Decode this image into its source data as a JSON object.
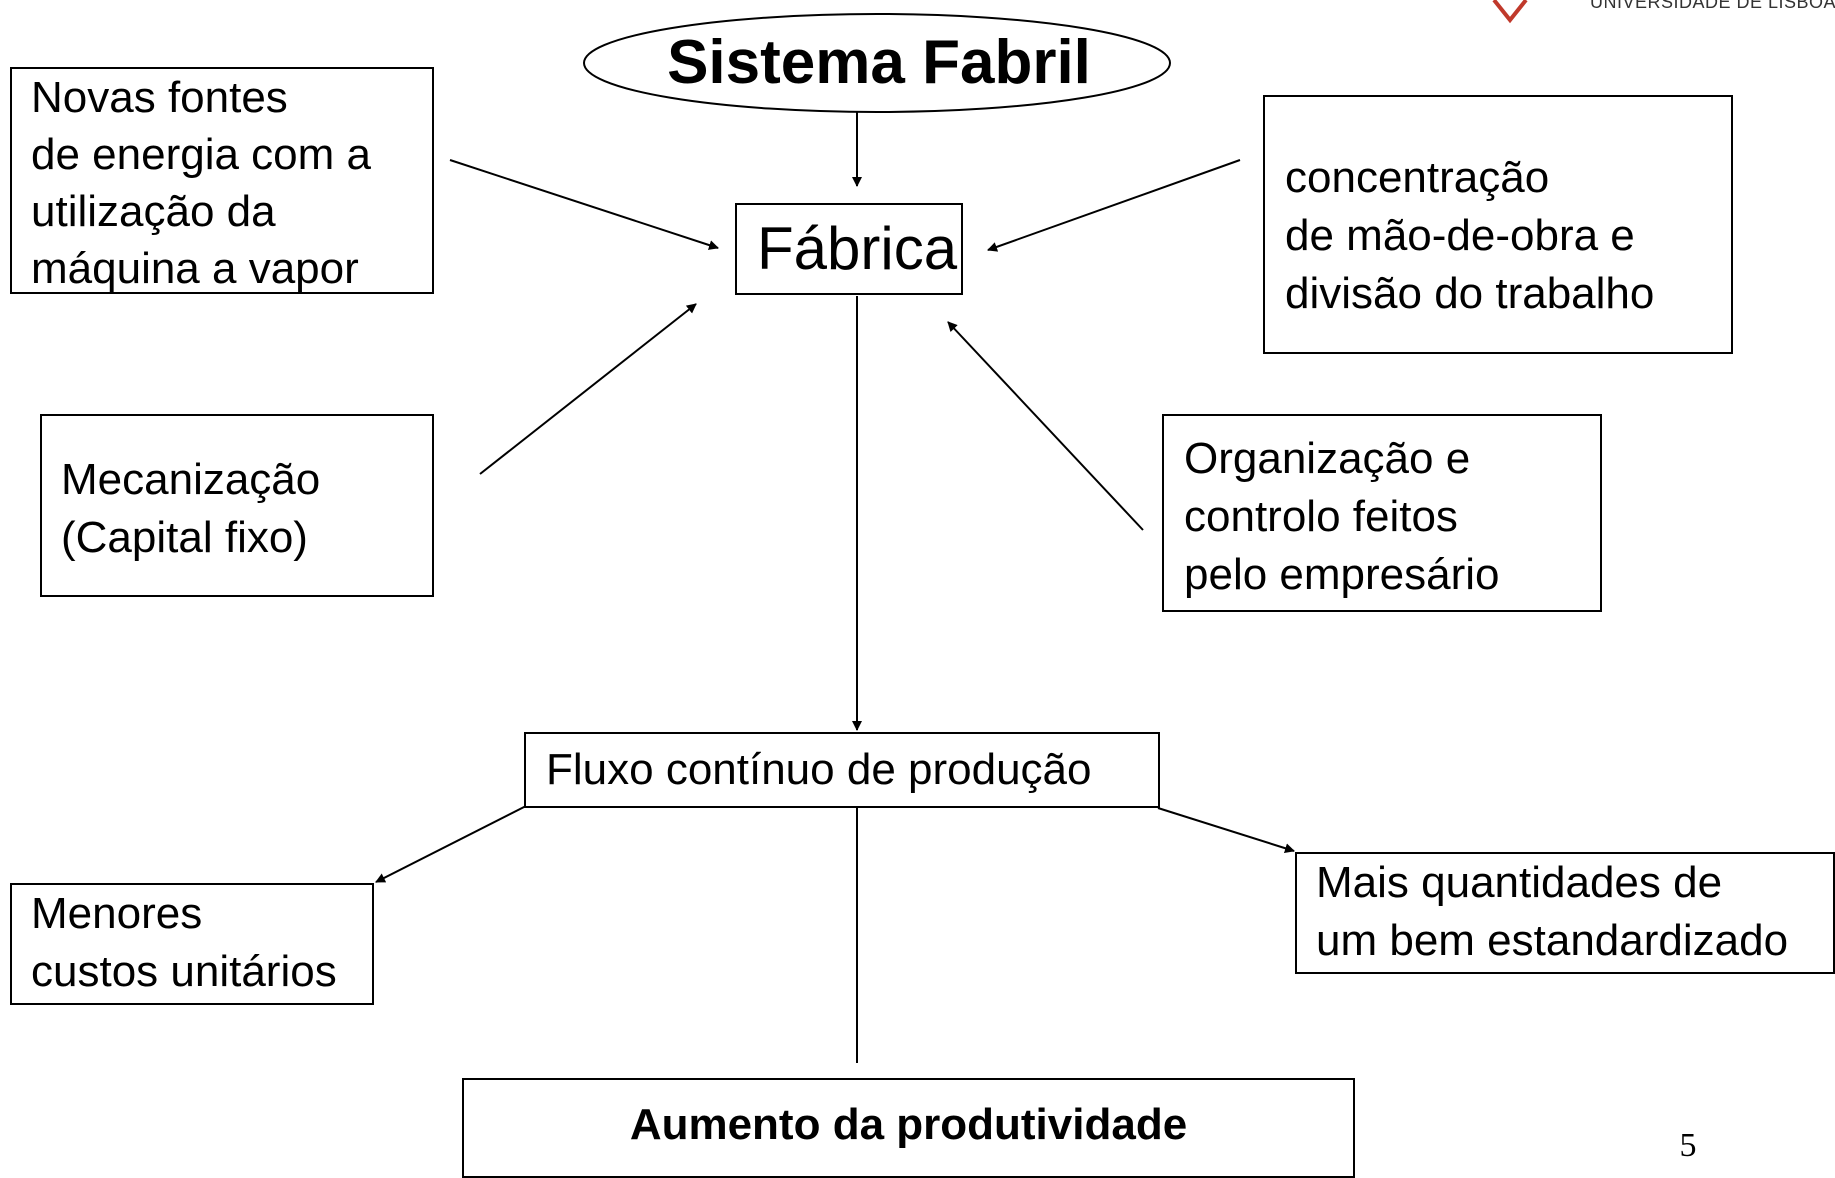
{
  "header": {
    "logo_text": "UNIVERSIDADE DE LISBOA",
    "title": "Sistema Fabril"
  },
  "nodes": {
    "fabrica": "Fábrica",
    "energia": [
      "Novas fontes",
      "de energia com a",
      "utilização da",
      "máquina a vapor"
    ],
    "mao_de_obra": [
      "concentração",
      "de mão-de-obra e",
      "divisão do trabalho"
    ],
    "mecanizacao": [
      "Mecanização",
      "(Capital fixo)"
    ],
    "organizacao": [
      "Organização e",
      "controlo feitos",
      "pelo empresário"
    ],
    "fluxo": "Fluxo contínuo de produção",
    "custos": [
      "Menores",
      "custos unitários"
    ],
    "quantidades": [
      "Mais quantidades de",
      "um bem estandardizado"
    ],
    "produtividade": "Aumento da produtividade"
  },
  "footer": {
    "page_number": "5"
  },
  "colors": {
    "stroke": "#000000",
    "logo_red": "#c0392b",
    "background": "#ffffff"
  }
}
